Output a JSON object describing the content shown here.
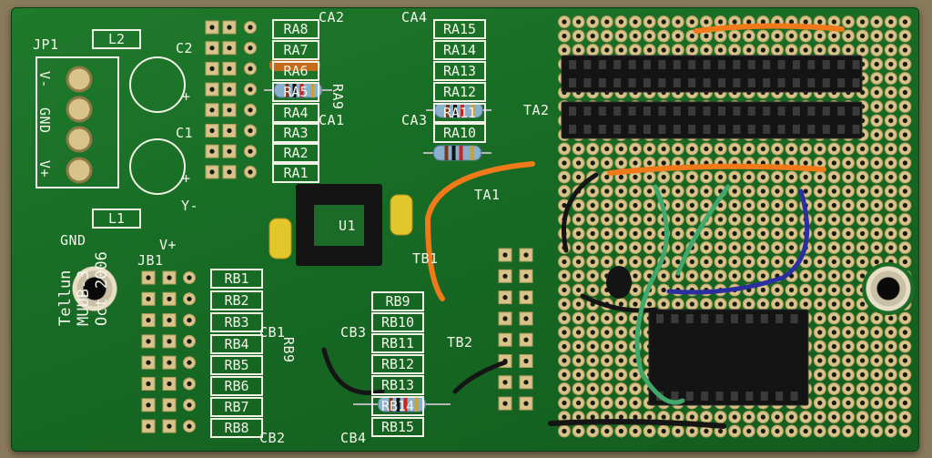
{
  "board": {
    "terminal_labels": [
      "V-",
      "GND",
      "V+"
    ],
    "jumper_labels": [
      "JP1",
      "JB1"
    ],
    "inductor_labels": [
      "L2",
      "L1"
    ],
    "cap_labels": [
      "C2",
      "C1",
      "CA2",
      "CA4",
      "CA1",
      "CA3",
      "CB1",
      "CB2",
      "CB3",
      "CB4"
    ],
    "polarity_plus": "+",
    "supply_labels": [
      "Y-",
      "V+",
      "GND"
    ],
    "chip_label": "U1",
    "ra_labels": [
      "RA8",
      "RA7",
      "RA6",
      "RA5",
      "RA4",
      "RA3",
      "RA2",
      "RA1",
      "RA9",
      "RA15",
      "RA14",
      "RA13",
      "RA12",
      "RA11",
      "RA10"
    ],
    "rb_labels": [
      "RB1",
      "RB2",
      "RB3",
      "RB4",
      "RB5",
      "RB6",
      "RB7",
      "RB8",
      "RB9",
      "RB10",
      "RB11",
      "RB12",
      "RB13",
      "RB14",
      "RB15"
    ],
    "ta_labels": [
      "TA1",
      "TA2"
    ],
    "tb_labels": [
      "TB1",
      "TB2"
    ],
    "credit_lines": [
      "Tellun",
      "MUUB-3",
      "Oct 2006"
    ]
  },
  "colors": {
    "pcb": "#17702a",
    "silkscreen": "#f4f4ea",
    "solder_pad": "#d8c48a",
    "wire_orange": "#f07a1a",
    "wire_green": "#3fa86a",
    "wire_black": "#151515",
    "wire_blue": "#2b2fa0"
  }
}
